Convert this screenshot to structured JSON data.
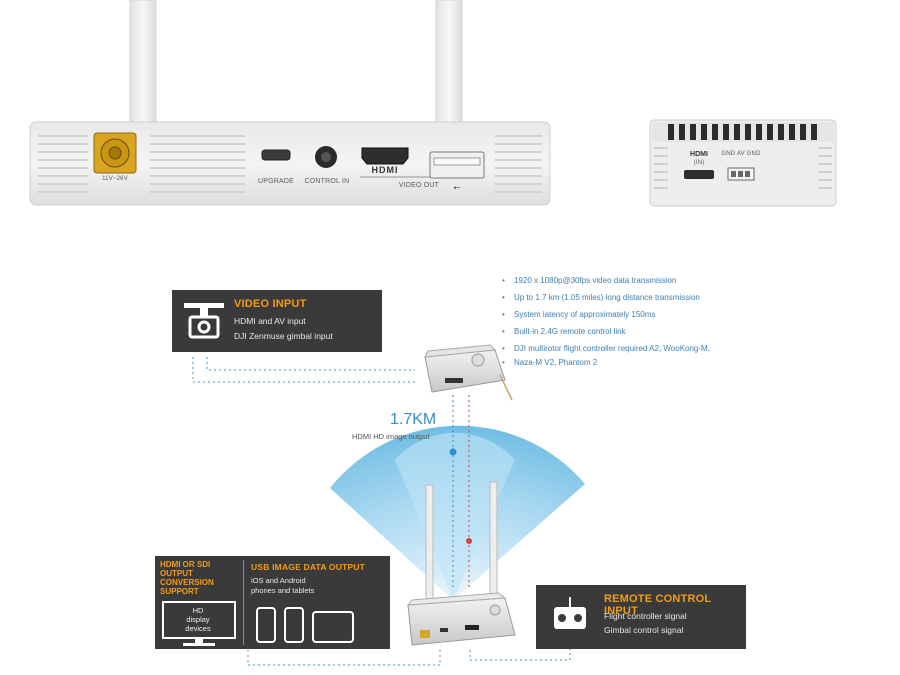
{
  "top_device": {
    "port_labels": {
      "power": "11V~26V",
      "upgrade": "UPGRADE",
      "control_in": "CONTROL IN",
      "hdmi_logo": "HDMI",
      "video_out": "VIDEO OUT"
    }
  },
  "side_device": {
    "port_labels": {
      "hdmi_logo": "HDMI",
      "hdmi_in": "(IN)",
      "av_header": "GND AV GND"
    }
  },
  "specs": [
    "1920 x 1080p@30fps video data transmission",
    "Up to 1.7 km (1.05 miles) long distance transmission",
    "System latency of approximately 150ms",
    "Built-in 2.4G remote control link",
    "DJI multirotor flight controller required A2, WooKong-M,",
    "Naza-M V2, Phantom 2"
  ],
  "video_input": {
    "title": "VIDEO INPUT",
    "lines": [
      "HDMI and AV input",
      "DJI Zenmuse gimbal input"
    ]
  },
  "range": {
    "distance": "1.7KM",
    "caption": "HDMI HD image output"
  },
  "hdmi_output": {
    "title_lines": [
      "HDMI OR SDI",
      "OUTPUT",
      "CONVERSION",
      "SUPPORT"
    ],
    "display_label_lines": [
      "HD",
      "display",
      "devices"
    ]
  },
  "usb_output": {
    "title": "USB IMAGE DATA OUTPUT",
    "lines": [
      "iOS and Android",
      "phones and tablets"
    ]
  },
  "remote_input": {
    "title": "REMOTE CONTROL INPUT",
    "lines": [
      "Flight controller signal",
      "Gimbal control signal"
    ]
  },
  "colors": {
    "accent_orange": "#f39c12",
    "panel_dark": "#3a3a3a",
    "signal_blue": "#5fb6e0",
    "spec_blue": "#3d7fb5"
  }
}
